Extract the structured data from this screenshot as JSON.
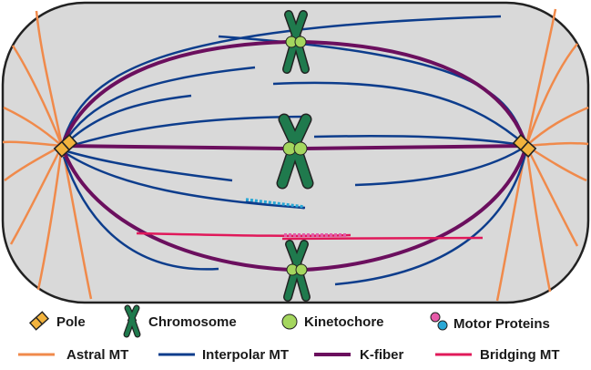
{
  "colors": {
    "cell_fill": "#d9d9d9",
    "cell_stroke": "#222222",
    "astral": "#f08a4b",
    "interpolar": "#0d3d8c",
    "kfiber": "#6b0f5e",
    "bridging": "#e0195a",
    "chromosome": "#1f7a4d",
    "kinetochore": "#a4d65e",
    "pole": "#f2b33d",
    "motor_cyan": "#29a8d6",
    "motor_pink": "#e65aa8"
  },
  "legend": {
    "pole": "Pole",
    "chromosome": "Chromosome",
    "kinetochore": "Kinetochore",
    "motor_proteins": "Motor Proteins",
    "astral_mt": "Astral MT",
    "interpolar_mt": "Interpolar MT",
    "k_fiber": "K-fiber",
    "bridging_mt": "Bridging MT"
  }
}
